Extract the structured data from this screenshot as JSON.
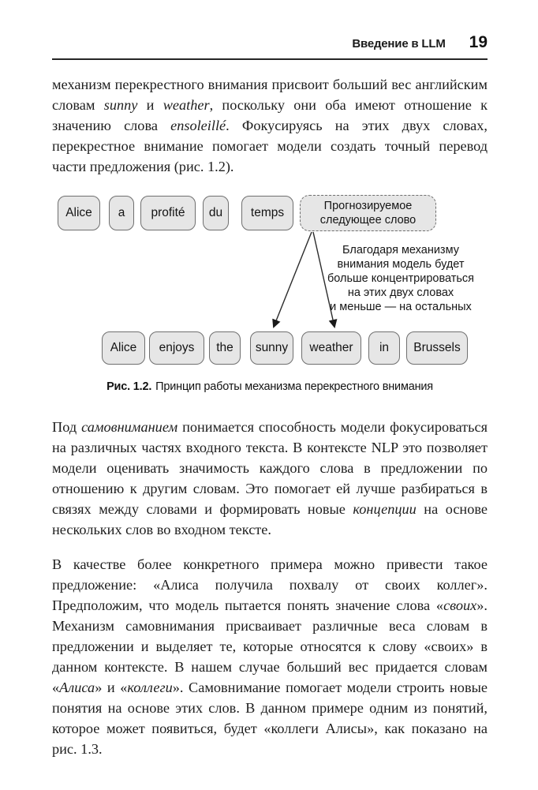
{
  "header": {
    "section_title": "Введение в LLM",
    "page_number": "19"
  },
  "paragraphs": [
    {
      "segments": [
        {
          "text": "механизм перекрестного внимания присвоит больший вес английским словам "
        },
        {
          "text": "sunny",
          "italic": true
        },
        {
          "text": " и "
        },
        {
          "text": "weather",
          "italic": true
        },
        {
          "text": ", поскольку они оба имеют отношение к значению слова "
        },
        {
          "text": "ensoleillé",
          "italic": true
        },
        {
          "text": ". Фокусируясь на этих двух словах, перекрестное внимание помогает модели создать точный перевод части предложения (рис. 1.2)."
        }
      ]
    },
    {
      "segments": [
        {
          "text": "Под "
        },
        {
          "text": "самовниманием",
          "italic": true
        },
        {
          "text": " понимается способность модели фокусироваться на различных частях входного текста. В контексте NLP это позволяет модели оценивать значимость каждого слова в предложении по отношению к другим словам. Это помогает ей лучше разбираться в связях между словами и формировать новые "
        },
        {
          "text": "концепции",
          "italic": true
        },
        {
          "text": " на основе нескольких слов во входном тексте."
        }
      ]
    },
    {
      "segments": [
        {
          "text": "В качестве более конкретного примера можно привести такое предложение: «Алиса получила похвалу от своих коллег». Предположим, что модель пытается понять значение слова «"
        },
        {
          "text": "своих",
          "italic": true
        },
        {
          "text": "». Механизм самовнимания присваивает различные веса словам в предложении и выделяет те, которые относятся к слову «своих» в данном контексте. В нашем случае больший вес придается словам «"
        },
        {
          "text": "Алиса",
          "italic": true
        },
        {
          "text": "» и «"
        },
        {
          "text": "коллеги",
          "italic": true
        },
        {
          "text": "». Самовнимание помогает модели строить новые понятия на основе этих слов. В данном примере одним из понятий, которое может появиться, будет «коллеги Алисы», как показано на рис. 1.3."
        }
      ]
    }
  ],
  "figure": {
    "top_tokens": [
      "Alice",
      "a",
      "profité",
      "du",
      "temps"
    ],
    "predicted_next_word_label": "Прогнозируемое следующее слово",
    "annotation_lines": [
      "Благодаря механизму",
      "внимания модель будет",
      "больше концентрироваться",
      "на этих двух словах",
      "и меньше — на остальных"
    ],
    "bottom_tokens": [
      "Alice",
      "enjoys",
      "the",
      "sunny",
      "weather",
      "in",
      "Brussels"
    ],
    "caption": {
      "label": "Рис. 1.2.",
      "text": "Принцип работы механизма перекрестного внимания"
    },
    "colors": {
      "token_fill": "#e6e6e6",
      "token_border": "#6f6f6f",
      "arrow": "#2b2b2b",
      "rule_color": "#262626"
    }
  }
}
